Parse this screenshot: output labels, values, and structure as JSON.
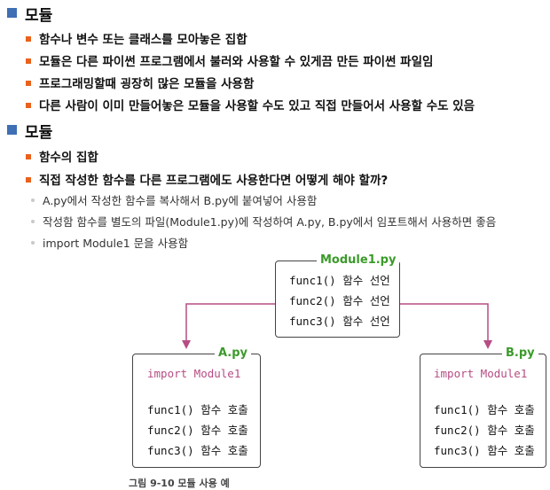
{
  "section1": {
    "title": "모듈",
    "bullets": [
      "함수나 변수 또는 클래스를 모아놓은 집합",
      "모듈은 다른 파이썬 프로그램에서 불러와 사용할 수 있게끔 만든 파이썬 파일임",
      "프로그래밍할때 굉장히 많은 모듈을 사용함",
      "다른 사람이 이미 만들어놓은 모듈을 사용할 수도 있고 직접 만들어서 사용할 수도 있음"
    ]
  },
  "section2": {
    "title": "모듈",
    "bullets": [
      "함수의 집합",
      "직접 작성한 함수를 다른 프로그램에도 사용한다면 어떻게 해야 할까?"
    ],
    "subbullets": [
      "A.py에서 작성한 함수를 복사해서 B.py에 붙여넣어 사용함",
      "작성함 함수를 별도의 파일(Module1.py)에 작성하여 A.py, B.py에서 임포트해서 사용하면 좋음",
      "import Module1 문을 사용함"
    ]
  },
  "diagram": {
    "module": {
      "label": "Module1.py",
      "lines": [
        "func1() 함수 선언",
        "func2() 함수 선언",
        "func3() 함수 선언"
      ]
    },
    "a": {
      "label": "A.py",
      "import": "import Module1",
      "lines": [
        "func1() 함수 호출",
        "func2() 함수 호출",
        "func3() 함수 호출"
      ]
    },
    "b": {
      "label": "B.py",
      "import": "import Module1",
      "lines": [
        "func1() 함수 호출",
        "func2() 함수 호출",
        "func3() 함수 호출"
      ]
    },
    "caption": "그림 9-10 모듈 사용 예"
  },
  "colors": {
    "section_bullet": "#3f6fb5",
    "bullet": "#e9621c",
    "label": "#3b9a2a",
    "arrow": "#b64d84",
    "import": "#b64d84"
  }
}
